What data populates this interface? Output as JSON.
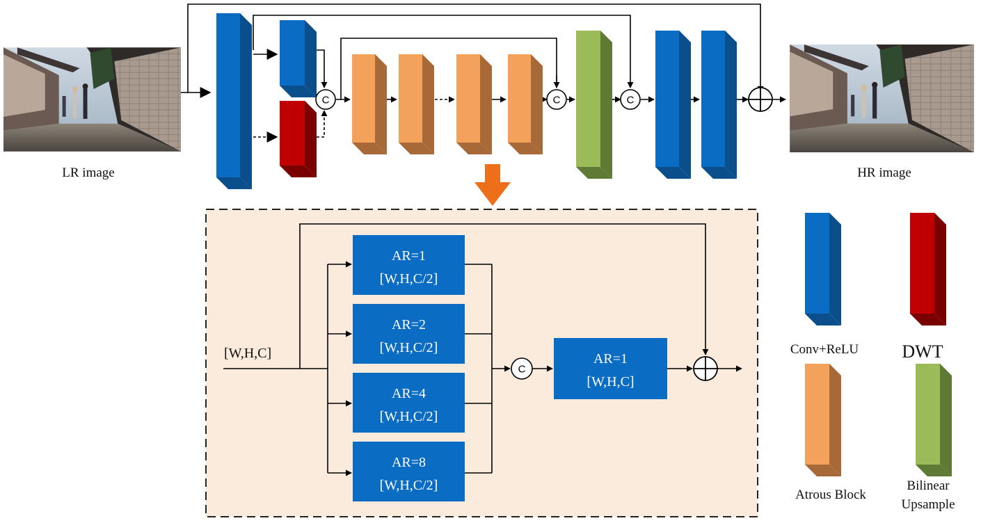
{
  "colors": {
    "conv_front": "#0A6CC2",
    "conv_side": "#0A4F8C",
    "conv_top": "#1E7FD0",
    "dwt_front": "#C00000",
    "dwt_side": "#7A0000",
    "dwt_top": "#D42020",
    "atrous_front": "#F4A15C",
    "atrous_side": "#A86938",
    "atrous_top": "#F7B27A",
    "bilinear_front": "#9BBB59",
    "bilinear_side": "#5E7A35",
    "bilinear_top": "#AFCB72",
    "detail_bg": "#FBEBDD",
    "arrow_orange": "#EE6F1A",
    "branch_box": "#0A6CC2"
  },
  "labels": {
    "lr_image": "LR image",
    "hr_image": "HR image",
    "concat": "C"
  },
  "detail": {
    "input_label": "[W,H,C]",
    "branches": [
      {
        "ar": "AR=1",
        "shape": "[W,H,C/2]"
      },
      {
        "ar": "AR=2",
        "shape": "[W,H,C/2]"
      },
      {
        "ar": "AR=4",
        "shape": "[W,H,C/2]"
      },
      {
        "ar": "AR=8",
        "shape": "[W,H,C/2]"
      }
    ],
    "fuse": {
      "ar": "AR=1",
      "shape": "[W,H,C]"
    }
  },
  "legend": [
    {
      "key": "conv",
      "label_lines": [
        "Conv+ReLU"
      ]
    },
    {
      "key": "dwt",
      "label_lines": [
        "DWT"
      ]
    },
    {
      "key": "atrous",
      "label_lines": [
        "Atrous Block"
      ]
    },
    {
      "key": "bilinear",
      "label_lines": [
        "Bilinear",
        "Upsample"
      ]
    }
  ]
}
